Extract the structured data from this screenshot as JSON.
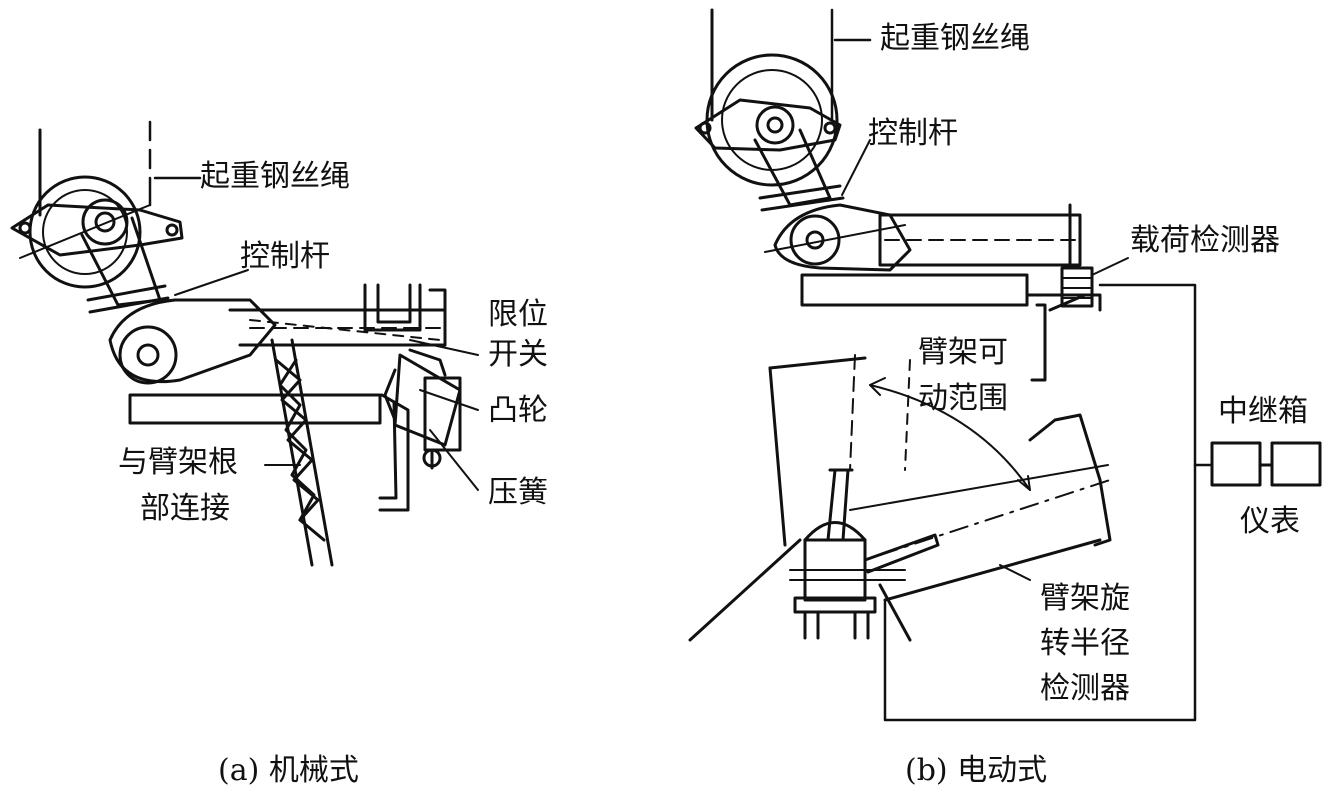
{
  "panel_a": {
    "caption": "(a) 机械式",
    "labels": {
      "hoist_rope": "起重钢丝绳",
      "control_rod": "控制杆",
      "limit_switch_1": "限位",
      "limit_switch_2": "开关",
      "cam": "凸轮",
      "spring": "压簧",
      "boom_root_1": "与臂架根",
      "boom_root_2": "部连接"
    }
  },
  "panel_b": {
    "caption": "(b) 电动式",
    "labels": {
      "hoist_rope": "起重钢丝绳",
      "control_rod": "控制杆",
      "load_detector": "载荷检测器",
      "boom_range_1": "臂架可",
      "boom_range_2": "动范围",
      "relay_box": "中继箱",
      "instrument": "仪表",
      "radius_detector_1": "臂架旋",
      "radius_detector_2": "转半径",
      "radius_detector_3": "检测器"
    }
  }
}
